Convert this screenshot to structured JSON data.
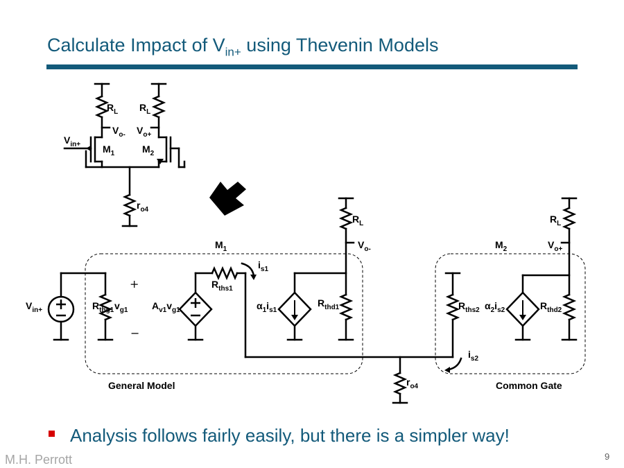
{
  "slide": {
    "title_main": "Calculate Impact of V",
    "title_sub": "in+",
    "title_rest": " using Thevenin Models",
    "bullet": "Analysis follows fairly easily, but there is a simpler way!",
    "author": "M.H. Perrott",
    "page": "9"
  },
  "diagram": {
    "top": {
      "rl_left": "R",
      "rl_left_sub": "L",
      "rl_right": "R",
      "rl_right_sub": "L",
      "vo_minus": "V",
      "vo_minus_sub": "o-",
      "vo_plus": "V",
      "vo_plus_sub": "o+",
      "vin": "V",
      "vin_sub": "in+",
      "m1": "M",
      "m1_sub": "1",
      "m2": "M",
      "m2_sub": "2",
      "ro4": "r",
      "ro4_sub": "o4"
    },
    "model": {
      "vin": "V",
      "vin_sub": "in+",
      "rthg1": "R",
      "rthg1_sub": "thg1",
      "vg1": "v",
      "vg1_sub": "g1",
      "plus": "+",
      "minus": "−",
      "av": "A",
      "av_sub": "v1",
      "av_v": "v",
      "av_v_sub": "g1",
      "rths1": "R",
      "rths1_sub": "ths1",
      "is1": "i",
      "is1_sub": "s1",
      "m1": "M",
      "m1_sub": "1",
      "alpha1": "α",
      "alpha1_sub": "1",
      "alpha1_i": "i",
      "alpha1_i_sub": "s1",
      "rthd1": "R",
      "rthd1_sub": "thd1",
      "rl1": "R",
      "rl1_sub": "L",
      "vo_minus": "V",
      "vo_minus_sub": "o-",
      "general_model": "General Model",
      "ro4": "r",
      "ro4_sub": "o4",
      "is2": "i",
      "is2_sub": "s2",
      "m2": "M",
      "m2_sub": "2",
      "rths2": "R",
      "rths2_sub": "ths2",
      "alpha2": "α",
      "alpha2_sub": "2",
      "alpha2_i": "i",
      "alpha2_i_sub": "s2",
      "rthd2": "R",
      "rthd2_sub": "thd2",
      "rl2": "R",
      "rl2_sub": "L",
      "vo_plus": "V",
      "vo_plus_sub": "o+",
      "common_gate": "Common Gate"
    }
  }
}
